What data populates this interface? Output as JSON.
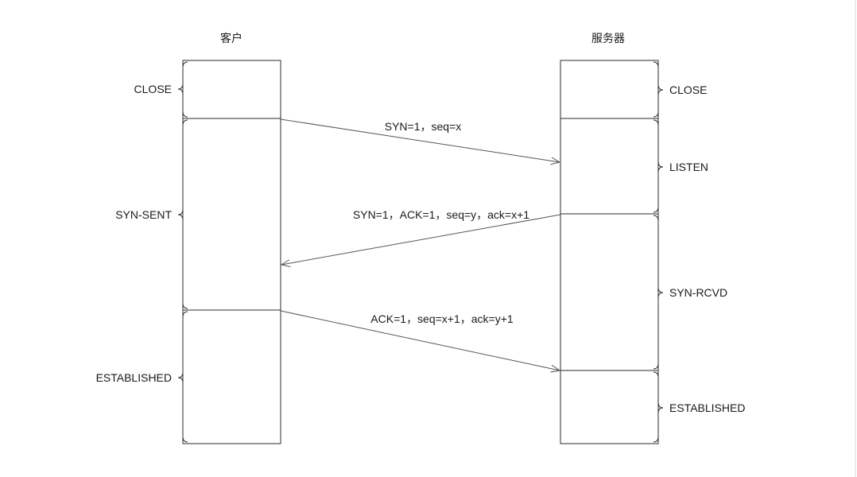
{
  "client": {
    "title": "客户",
    "states": [
      "CLOSE",
      "SYN-SENT",
      "ESTABLISHED"
    ]
  },
  "server": {
    "title": "服务器",
    "states": [
      "CLOSE",
      "LISTEN",
      "SYN-RCVD",
      "ESTABLISHED"
    ]
  },
  "messages": [
    {
      "label": "SYN=1，seq=x"
    },
    {
      "label": "SYN=1，ACK=1，seq=y，ack=x+1"
    },
    {
      "label": "ACK=1，seq=x+1，ack=y+1"
    }
  ]
}
